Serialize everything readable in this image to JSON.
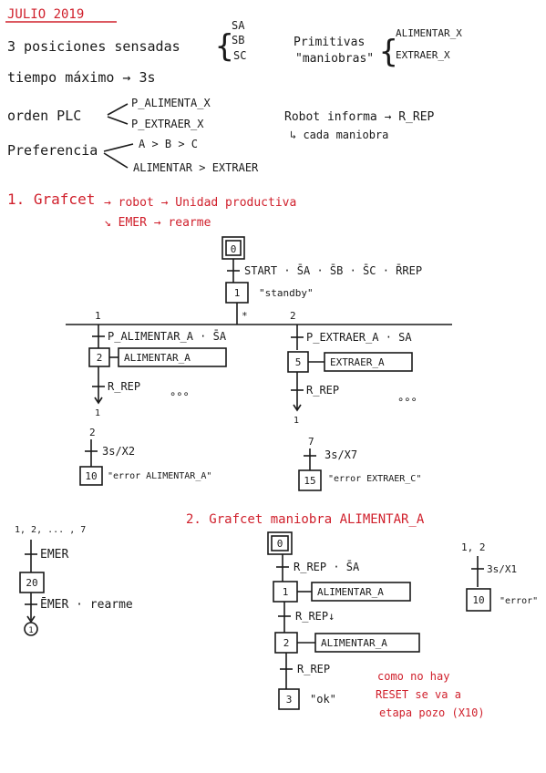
{
  "header": {
    "date": "JULIO 2019",
    "positions": "3 posiciones sensadas",
    "sensor_sa": "SA",
    "sensor_sb": "SB",
    "sensor_sc": "SC",
    "primitives": "Primitivas",
    "maneuvers": "\"maniobras\"",
    "prim_feed": "ALIMENTAR_X",
    "prim_extract": "EXTRAER_X",
    "max_time": "tiempo máximo → 3s",
    "plc_order": "orden PLC",
    "plc_feed": "P_ALIMENTA_X",
    "plc_extract": "P_EXTRAER_X",
    "robot_reports": "Robot informa → R_REP",
    "each_maneuver": "↳ cada maniobra",
    "preference": "Preferencia",
    "pref_abc": "A > B > C",
    "pref_feed_extract": "ALIMENTAR > EXTRAER"
  },
  "section1": {
    "title": "1. Grafcet",
    "robot_line": "→ robot → Unidad productiva",
    "emer_line": "↘ EMER → rearme",
    "step0": "0",
    "t0": "START · S̄A · S̄B · S̄C · R̄REP",
    "step1": "1",
    "step1_label": "\"standby\"",
    "branch_left": "1",
    "branch_right": "2",
    "star": "*",
    "t_left": "P_ALIMENTAR_A · S̄A",
    "step2": "2",
    "action2": "ALIMENTAR_A",
    "t_left_rep": "R_REP",
    "dots_left": "∘∘∘",
    "goto_left": "1",
    "t_right": "P_EXTRAER_A · SA",
    "step5": "5",
    "action5": "EXTRAER_A",
    "t_right_rep": "R_REP",
    "dots_right": "∘∘∘",
    "goto_right": "1",
    "from10": "2",
    "t10": "3s/X2",
    "step10": "10",
    "step10_label": "\"error ALIMENTAR_A\"",
    "from15": "7",
    "t15": "3s/X7",
    "step15": "15",
    "step15_label": "\"error EXTRAER_C\""
  },
  "emer": {
    "from": "1, 2, ... , 7",
    "t_emer": "EMER",
    "step20": "20",
    "t_rearme": "ĒMER · rearme",
    "goto": "1"
  },
  "section2": {
    "title": "2. Grafcet maniobra ALIMENTAR_A",
    "step0": "0",
    "t0": "R_REP · S̄A",
    "step1": "1",
    "action1": "ALIMENTAR_A",
    "t1": "R_REP↓",
    "step2": "2",
    "action2": "ALIMENTAR_A",
    "t2": "R_REP",
    "step3": "3",
    "step3_label": "\"ok\"",
    "err_from": "1, 2",
    "err_t": "3s/X1",
    "err_step": "10",
    "err_label": "\"error\"",
    "note_line1": "como no hay",
    "note_line2": "RESET se va a",
    "note_line3": "etapa pozo (X10)"
  },
  "colors": {
    "ink": "#1a1a1a",
    "red": "#d0202c"
  }
}
